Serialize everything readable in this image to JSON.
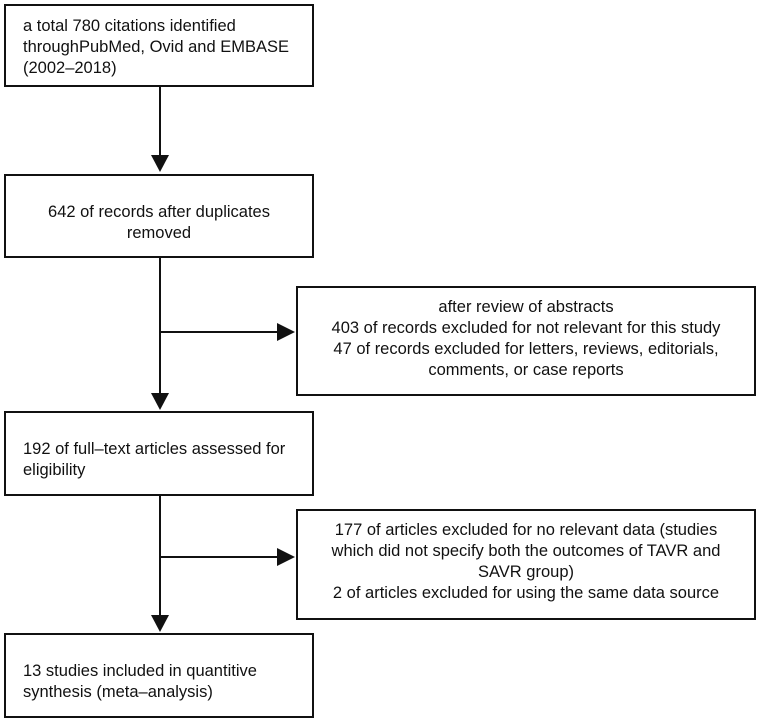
{
  "flow": {
    "identified": {
      "lines": [
        "a total 780 citations identified",
        "throughPubMed, Ovid and EMBASE",
        "(2002–2018)"
      ]
    },
    "deduplicated": {
      "lines": [
        "642 of records after duplicates",
        "removed"
      ]
    },
    "abstract_exclusions": {
      "lines": [
        "after review of abstracts",
        "403 of records excluded for not relevant for this study",
        "47 of records excluded for letters, reviews, editorials,",
        "comments, or case reports"
      ]
    },
    "fulltext_assessed": {
      "lines": [
        "192 of full–text articles assessed for",
        "eligibility"
      ]
    },
    "fulltext_exclusions": {
      "lines": [
        "177 of articles excluded for no relevant data (studies",
        "which did not specify both the outcomes of TAVR and",
        "SAVR group)",
        "2 of articles excluded for using the same data source"
      ]
    },
    "included": {
      "lines": [
        "13 studies included in quantitive",
        "synthesis (meta–analysis)"
      ]
    }
  }
}
